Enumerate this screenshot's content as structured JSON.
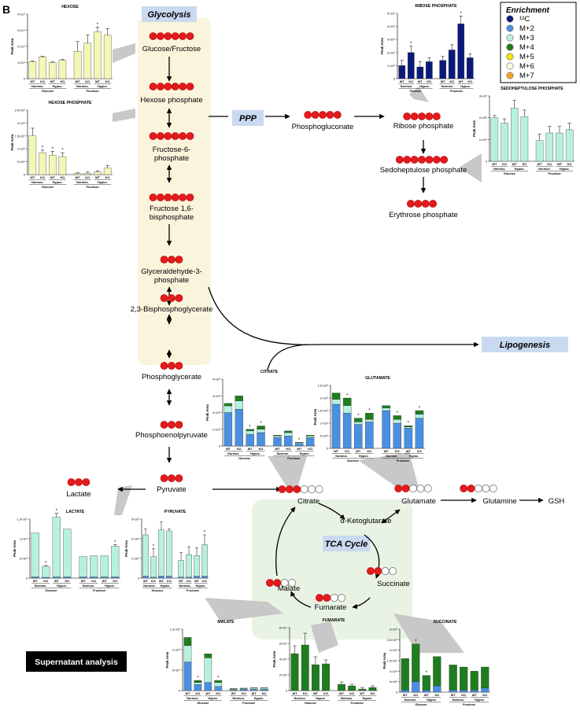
{
  "panel_letter": "B",
  "footer_label": "Supernatant analysis",
  "boxes": {
    "glycolysis": "Glycolysis",
    "ppp": "PPP",
    "lipogenesis": "Lipogenesis",
    "tca": "TCA Cycle"
  },
  "legend": {
    "title": "Enrichment",
    "items": [
      {
        "label": "¹²C",
        "color": "#0b1a7a"
      },
      {
        "label": "M+2",
        "color": "#4a90e2"
      },
      {
        "label": "M+3",
        "color": "#b8f0e0"
      },
      {
        "label": "M+4",
        "color": "#1e7d1e"
      },
      {
        "label": "M+5",
        "color": "#f4e600"
      },
      {
        "label": "M+6",
        "color": "#ffffe0"
      },
      {
        "label": "M+7",
        "color": "#f5a623"
      }
    ]
  },
  "metabolites": {
    "glucose_fructose": "Glucose/Fructose",
    "hexose_phosphate": "Hexose phosphate",
    "fructose_6_phosphate": "Fructose-6-\nphosphate",
    "fructose_bisphosphate": "Fructose 1,6-\nbisphosphate",
    "glyceraldehyde_3_phosphate": "Glyceraldehyde-3-\nphosphate",
    "bisphosphoglycerate": "2,3-Bisphosphoglycerate",
    "phosphoglycerate": "Phosphoglycerate",
    "phosphoenolpyruvate": "Phosphoenolpyruvate",
    "pyruvate": "Pyruvate",
    "lactate": "Lactate",
    "phosphogluconate": "Phosphogluconate",
    "ribose_phosphate": "Ribose phosphate",
    "sedoheptulose_phosphate": "Sedoheptulose phosphate",
    "erythrose_phosphate": "Erythrose phosphate",
    "citrate": "Citrate",
    "alpha_ketoglutarate": "α-Ketoglutarate",
    "succinate": "Succinate",
    "fumarate": "Fumarate",
    "malate": "Malate",
    "glutamate": "Glutamate",
    "glutamine": "Glutamine",
    "gsh": "GSH"
  },
  "common": {
    "ylabel": "Peak Area",
    "group_labels": [
      "Glucose",
      "Fructose"
    ],
    "condition_labels": [
      "Normox.",
      "Hypox."
    ],
    "genotype_labels": [
      "WT",
      "KO"
    ]
  },
  "chart_data": [
    {
      "id": "hexose",
      "type": "bar",
      "title": "HEXOSE",
      "ytick_labels": [
        "0",
        "1×10⁷",
        "2×10⁷",
        "3×10⁷",
        "4×10⁷"
      ],
      "ylim": [
        0,
        4
      ],
      "series": [
        {
          "name": "M+6",
          "values": [
            1.05,
            1.35,
            1.0,
            1.15,
            1.7,
            2.2,
            2.9,
            2.7
          ]
        }
      ],
      "colors": [
        "#f3f7b6"
      ],
      "errors": [
        0.05,
        0.05,
        0.05,
        0.05,
        0.6,
        0.5,
        0.3,
        0.4
      ],
      "star_bars": [
        6
      ]
    },
    {
      "id": "hexose_phosphate",
      "type": "bar",
      "title": "HEXOSE PHOSPHATE",
      "ytick_labels": [
        "0",
        "5×10⁵",
        "1×10⁶",
        "1.5×10⁶",
        "2×10⁶",
        "2.5×10⁶"
      ],
      "ylim": [
        0,
        2.5
      ],
      "series": [
        {
          "name": "M+6",
          "values": [
            1.5,
            0.85,
            0.75,
            0.7,
            0.05,
            0.05,
            0.1,
            0.25
          ]
        }
      ],
      "colors": [
        "#f3f7b6"
      ],
      "errors": [
        0.3,
        0.1,
        0.15,
        0.15,
        0.02,
        0.05,
        0.05,
        0.1
      ],
      "star_bars": [
        1,
        2,
        3
      ]
    },
    {
      "id": "ribose_phosphate",
      "type": "bar",
      "title": "RIBOSE PHOSPHATE",
      "ytick_labels": [
        "0",
        "1×10⁵",
        "2×10⁵",
        "3×10⁵",
        "4×10⁵",
        "5×10⁵"
      ],
      "ylim": [
        0,
        5
      ],
      "series": [
        {
          "name": "¹²C",
          "values": [
            1.0,
            2.0,
            0.9,
            1.3,
            1.4,
            2.2,
            4.2,
            1.6
          ]
        }
      ],
      "colors": [
        "#0b1a7a"
      ],
      "errors": [
        0.4,
        0.5,
        0.4,
        0.3,
        0.3,
        0.4,
        0.6,
        0.3
      ],
      "star_bars": [
        1,
        6
      ]
    },
    {
      "id": "sedoheptulose_phosphate",
      "type": "bar",
      "title": "SEDOHEPTULOSE PHOSPHATE",
      "ytick_labels": [
        "0",
        "1×10⁶",
        "2×10⁶",
        "3×10⁶"
      ],
      "ylim": [
        0,
        3
      ],
      "series": [
        {
          "name": "M+7",
          "values": [
            2.0,
            1.75,
            2.45,
            2.05,
            0.95,
            1.3,
            1.3,
            1.45
          ]
        }
      ],
      "colors": [
        "#b8f0e0"
      ],
      "errors": [
        0.1,
        0.2,
        0.35,
        0.3,
        0.3,
        0.3,
        0.3,
        0.3
      ],
      "star_bars": []
    },
    {
      "id": "citrate",
      "type": "bar",
      "title": "CITRATE",
      "ytick_labels": [
        "0",
        "1×10⁶",
        "2×10⁶",
        "3×10⁶",
        "4×10⁶"
      ],
      "ylim": [
        0,
        4
      ],
      "series": [
        {
          "name": "M+2",
          "values": [
            2.0,
            2.2,
            0.7,
            0.8,
            0.5,
            0.6,
            0.15,
            0.5
          ]
        },
        {
          "name": "M+3",
          "values": [
            0.4,
            0.5,
            0.2,
            0.2,
            0.1,
            0.2,
            0.05,
            0.1
          ]
        },
        {
          "name": "M+4",
          "values": [
            0.15,
            0.3,
            0.1,
            0.2,
            0.05,
            0.1,
            0.02,
            0.05
          ]
        }
      ],
      "colors": [
        "#4a90e2",
        "#b8f0e0",
        "#1e7d1e"
      ],
      "errors": [
        0,
        0,
        0,
        0,
        0,
        0,
        0,
        0
      ],
      "star_bars": [
        2,
        3,
        6
      ]
    },
    {
      "id": "glutamate",
      "type": "bar",
      "title": "GLUTAMATE",
      "ytick_labels": [
        "0",
        "5×10⁵",
        "1×10⁶",
        "1.5×10⁶",
        "2×10⁶",
        "2.5×10⁶"
      ],
      "ylim": [
        0,
        2.5
      ],
      "series": [
        {
          "name": "M+2",
          "values": [
            1.75,
            1.4,
            0.95,
            1.05,
            1.5,
            1.0,
            0.8,
            1.2
          ]
        },
        {
          "name": "M+3",
          "values": [
            0.2,
            0.3,
            0.1,
            0.1,
            0.1,
            0.15,
            0.05,
            0.15
          ]
        },
        {
          "name": "M+4",
          "values": [
            0.25,
            0.3,
            0.15,
            0.25,
            0.1,
            0.15,
            0.05,
            0.15
          ]
        }
      ],
      "colors": [
        "#4a90e2",
        "#b8f0e0",
        "#1e7d1e"
      ],
      "errors": [
        0,
        0,
        0,
        0,
        0,
        0,
        0,
        0
      ],
      "star_bars": [
        1,
        2,
        3,
        5,
        6,
        7
      ]
    },
    {
      "id": "lactate",
      "type": "bar",
      "title": "LACTATE",
      "ytick_labels": [
        "0",
        "5×10⁸",
        "1×10⁹",
        "1.5×10⁹"
      ],
      "ylim": [
        0,
        1.5
      ],
      "series": [
        {
          "name": "M+2",
          "values": [
            0.03,
            0.02,
            0.03,
            0.03,
            0.03,
            0.03,
            0.03,
            0.03
          ]
        },
        {
          "name": "M+3",
          "values": [
            1.12,
            0.28,
            1.52,
            1.22,
            0.52,
            0.54,
            0.54,
            0.78
          ]
        }
      ],
      "colors": [
        "#4a90e2",
        "#b8f0e0"
      ],
      "errors": [
        0,
        0.02,
        0.1,
        0,
        0,
        0,
        0,
        0.04
      ],
      "star_bars": [
        1,
        2,
        7
      ]
    },
    {
      "id": "pyruvate",
      "type": "bar",
      "title": "PYRUVATE",
      "ytick_labels": [
        "0",
        "1×10⁸",
        "2×10⁸",
        "3×10⁸"
      ],
      "ylim": [
        0,
        3
      ],
      "series": [
        {
          "name": "M+2",
          "values": [
            0.1,
            0.05,
            0.1,
            0.1,
            0.05,
            0.05,
            0.1,
            0.1
          ]
        },
        {
          "name": "M+3",
          "values": [
            2.1,
            1.05,
            2.35,
            2.3,
            0.85,
            1.15,
            1.05,
            1.6
          ]
        }
      ],
      "colors": [
        "#4a90e2",
        "#b8f0e0"
      ],
      "errors": [
        0.3,
        0.4,
        0.4,
        0.1,
        0.4,
        0.4,
        0.4,
        0.5
      ],
      "star_bars": [
        1,
        7
      ]
    },
    {
      "id": "malate",
      "type": "bar",
      "title": "MALATE",
      "ytick_labels": [
        "0",
        "5×10⁵",
        "1×10⁶",
        "1.5×10⁶"
      ],
      "ylim": [
        0,
        1.5
      ],
      "series": [
        {
          "name": "M+2",
          "values": [
            0.7,
            0.15,
            0.2,
            0.1,
            0.02,
            0.03,
            0.03,
            0.03
          ]
        },
        {
          "name": "M+3",
          "values": [
            0.4,
            0.05,
            0.6,
            0.1,
            0.02,
            0.02,
            0.03,
            0.03
          ]
        },
        {
          "name": "M+4",
          "values": [
            0.2,
            0.05,
            0.1,
            0.05,
            0.01,
            0.01,
            0.01,
            0.01
          ]
        }
      ],
      "colors": [
        "#4a90e2",
        "#b8f0e0",
        "#1e7d1e"
      ],
      "errors": [
        0,
        0,
        0,
        0,
        0,
        0,
        0,
        0
      ],
      "star_bars": [
        1,
        3
      ]
    },
    {
      "id": "fumarate",
      "type": "bar",
      "title": "FUMARATE",
      "ytick_labels": [
        "0",
        "2×10⁴",
        "4×10⁴",
        "6×10⁴",
        "8×10⁴"
      ],
      "ylim": [
        0,
        8
      ],
      "series": [
        {
          "name": "M+4",
          "values": [
            4.7,
            5.8,
            3.3,
            3.4,
            0.8,
            0.6,
            0.2,
            0.4
          ]
        }
      ],
      "colors": [
        "#1e7d1e"
      ],
      "errors": [
        1.0,
        1.5,
        1.0,
        0.5,
        0.3,
        0.2,
        0.2,
        0.2
      ],
      "star_bars": []
    },
    {
      "id": "succinate",
      "type": "bar",
      "title": "SUCCINATE",
      "ytick_labels": [
        "0",
        "5×10⁵",
        "1×10⁶",
        "1.5×10⁶",
        "2×10⁶",
        "2.5×10⁶",
        "3×10⁶"
      ],
      "ylim": [
        0,
        3
      ],
      "series": [
        {
          "name": "M+2",
          "values": [
            0.1,
            0.5,
            0.1,
            0.3,
            0.1,
            0.1,
            0.1,
            0.2
          ]
        },
        {
          "name": "M+4",
          "values": [
            1.5,
            1.8,
            0.7,
            1.4,
            1.2,
            1.1,
            0.9,
            1.0
          ]
        }
      ],
      "colors": [
        "#4a90e2",
        "#1e7d1e"
      ],
      "errors": [
        0,
        0,
        0,
        0,
        0,
        0,
        0,
        0
      ],
      "star_bars": [
        1,
        2
      ]
    }
  ]
}
